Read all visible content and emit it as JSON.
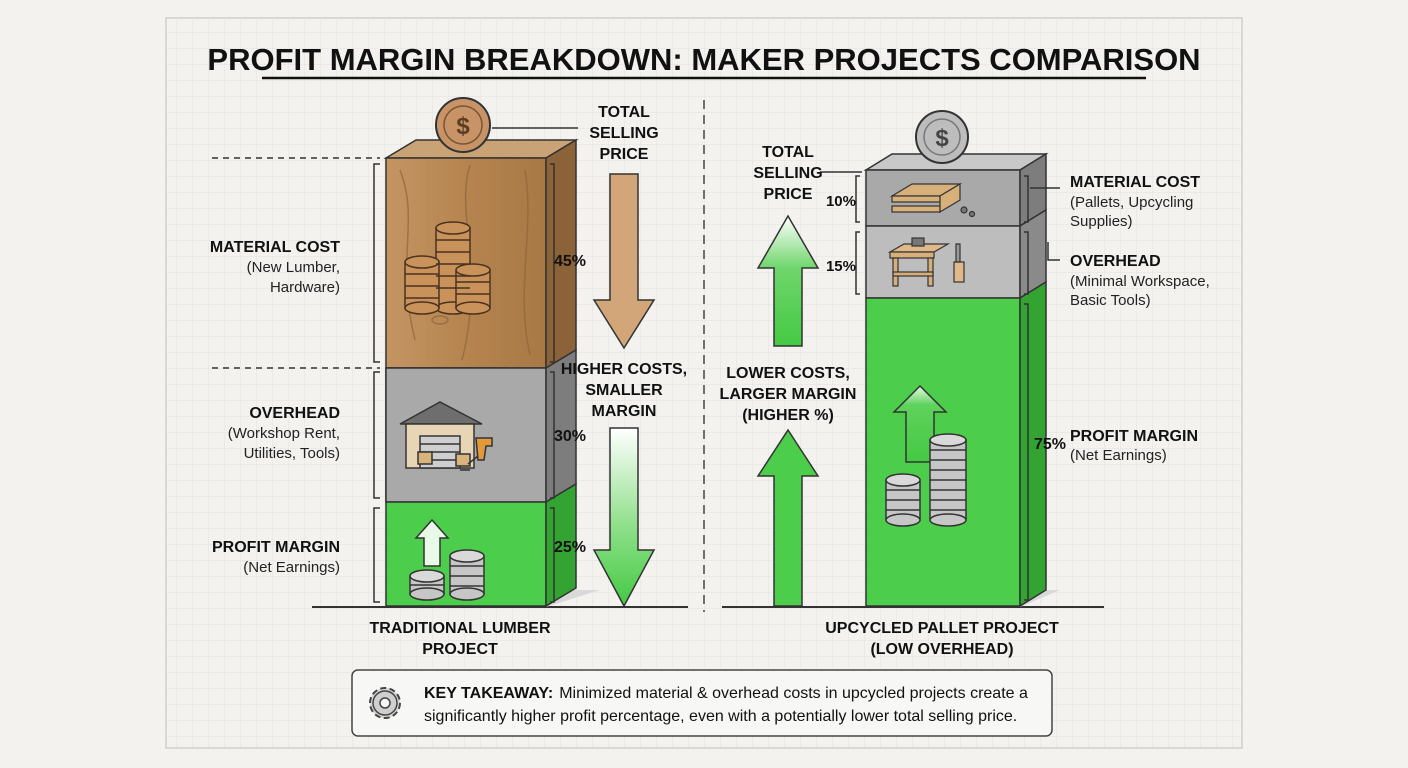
{
  "title": "PROFIT MARGIN BREAKDOWN: MAKER PROJECTS COMPARISON",
  "left": {
    "project_line1": "TRADITIONAL LUMBER",
    "project_line2": "PROJECT",
    "top_label_line1": "TOTAL",
    "top_label_line2": "SELLING",
    "top_label_line3": "PRICE",
    "arrow_label_line1": "HIGHER COSTS,",
    "arrow_label_line2": "SMALLER",
    "arrow_label_line3": "MARGIN",
    "segments": [
      {
        "name": "MATERIAL COST",
        "sub1": "(New Lumber,",
        "sub2": "Hardware)",
        "percent": 45,
        "pct_label": "45%",
        "color": "#b08454",
        "icon": "coin-stacks-icon"
      },
      {
        "name": "OVERHEAD",
        "sub1": "(Workshop Rent,",
        "sub2": "Utilities, Tools)",
        "percent": 30,
        "pct_label": "30%",
        "color": "#a9a9a9",
        "icon": "workshop-icon"
      },
      {
        "name": "PROFIT MARGIN",
        "sub1": "(Net Earnings)",
        "sub2": "",
        "percent": 25,
        "pct_label": "25%",
        "color": "#4ccd4b",
        "icon": "coins-up-arrow-icon"
      }
    ]
  },
  "right": {
    "project_line1": "UPCYCLED PALLET PROJECT",
    "project_line2": "(LOW OVERHEAD)",
    "top_label_line1": "TOTAL",
    "top_label_line2": "SELLING",
    "top_label_line3": "PRICE",
    "arrow_label_line1": "LOWER COSTS,",
    "arrow_label_line2": "LARGER MARGIN",
    "arrow_label_line3": "(HIGHER %)",
    "segments": [
      {
        "name": "MATERIAL COST",
        "sub1": "(Pallets, Upcycling",
        "sub2": "Supplies)",
        "percent": 10,
        "pct_label": "10%",
        "color": "#a9a9a9",
        "icon": "pallet-icon"
      },
      {
        "name": "OVERHEAD",
        "sub1": "(Minimal Workspace,",
        "sub2": "Basic Tools)",
        "percent": 15,
        "pct_label": "15%",
        "color": "#bdbdbd",
        "icon": "workbench-icon"
      },
      {
        "name": "PROFIT MARGIN",
        "sub1": "(Net Earnings)",
        "sub2": "",
        "percent": 75,
        "pct_label": "75%",
        "color": "#4ccd4b",
        "icon": "coins-up-arrow-icon"
      }
    ]
  },
  "takeaway": {
    "label": "KEY TAKEAWAY:",
    "line1": "Minimized material & overhead costs in upcycled projects create a",
    "line2": "significantly higher profit percentage, even with a potentially lower total selling price.",
    "icon": "gear-icon"
  },
  "colors": {
    "green": "#4ccd4b",
    "wood": "#b08454",
    "gray": "#a9a9a9",
    "arrow_brown": "#d2a679"
  }
}
